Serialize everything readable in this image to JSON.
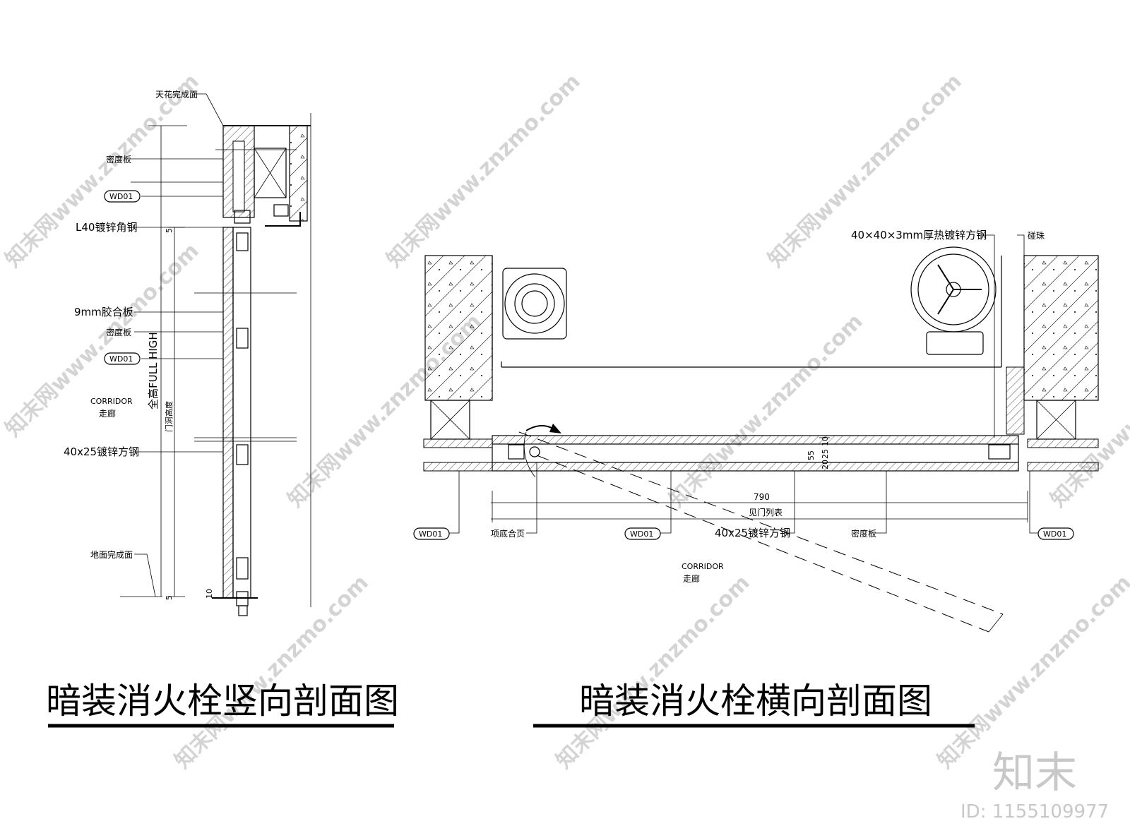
{
  "vertical_section": {
    "title": "暗装消火栓竖向剖面图",
    "labels": {
      "ceiling_finish": "天花完成面",
      "density_board_top": "密度板",
      "wd01_top": "WD01",
      "angle_steel": "L40镀锌角钢",
      "plywood": "9mm胶合板",
      "density_board_mid": "密度板",
      "wd01_mid": "WD01",
      "corridor_en": "CORRIDOR",
      "corridor_cn": "走廊",
      "square_steel": "40x25镀锌方钢",
      "floor_finish": "地面完成面",
      "full_height": "全高FULL HIGH",
      "door_height": "门洞高度",
      "dim_5_top": "5",
      "dim_10": "10",
      "dim_5_bottom": "5"
    }
  },
  "horizontal_section": {
    "title": "暗装消火栓横向剖面图",
    "labels": {
      "steel_tube": "40×40×3mm厚热镀锌方钢",
      "door_stop": "碰珠",
      "dim_790": "790",
      "door_schedule": "见门列表",
      "dim_55": "55",
      "dim_25": "25",
      "dim_20": "20",
      "dim_10": "10",
      "wd01_left": "WD01",
      "hinge": "项底合页",
      "wd01_center": "WD01",
      "square_steel": "40x25镀锌方钢",
      "density_board": "密度板",
      "wd01_right": "WD01",
      "corridor_en": "CORRIDOR",
      "corridor_cn": "走廊"
    }
  },
  "brand": {
    "logo": "知末",
    "id_text": "ID: 1155109977",
    "watermark": "知末网www.znzmo.com"
  }
}
